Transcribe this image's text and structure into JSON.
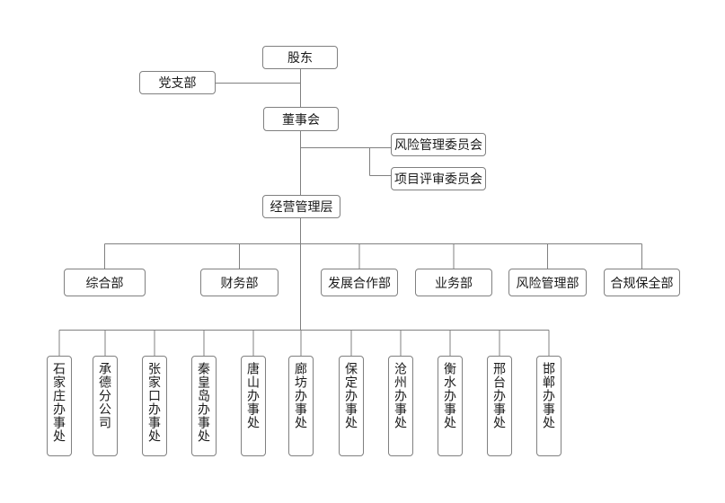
{
  "org": {
    "top_nodes": {
      "shareholders": {
        "label": "股东"
      },
      "party_branch": {
        "label": "党支部"
      },
      "board": {
        "label": "董事会"
      },
      "risk_committee": {
        "label": "风险管理委员会"
      },
      "project_review_committee": {
        "label": "项目评审委员会"
      },
      "management": {
        "label": "经营管理层"
      }
    },
    "departments": [
      {
        "label": "综合部"
      },
      {
        "label": "财务部"
      },
      {
        "label": "发展合作部"
      },
      {
        "label": "业务部"
      },
      {
        "label": "风险管理部"
      },
      {
        "label": "合规保全部"
      }
    ],
    "offices": [
      {
        "label": "石家庄办事处"
      },
      {
        "label": "承德分公司"
      },
      {
        "label": "张家口办事处"
      },
      {
        "label": "秦皇岛办事处"
      },
      {
        "label": "唐山办事处"
      },
      {
        "label": "廊坊办事处"
      },
      {
        "label": "保定办事处"
      },
      {
        "label": "沧州办事处"
      },
      {
        "label": "衡水办事处"
      },
      {
        "label": "邢台办事处"
      },
      {
        "label": "邯郸办事处"
      }
    ],
    "colors": {
      "box_border": "#808080",
      "connector_line": "#808080",
      "text": "#1a1a1a",
      "box_fill": "#ffffff",
      "background": "#ffffff"
    }
  }
}
